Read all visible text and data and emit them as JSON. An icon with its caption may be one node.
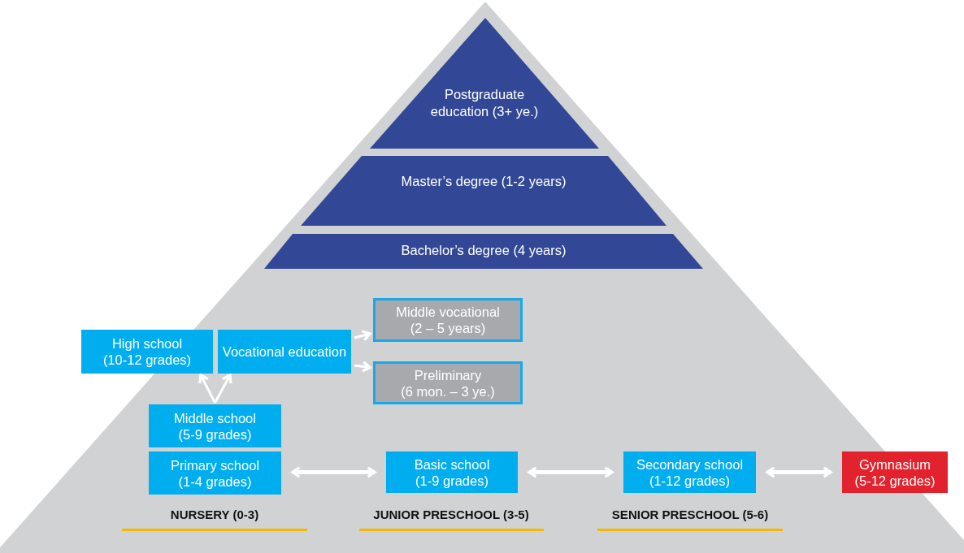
{
  "diagram": {
    "nodes": [
      {
        "text": [
          "Postgraduate education (3+ ye.)"
        ]
      },
      {
        "text": [
          "Master’s degree (1-2 years)"
        ]
      },
      {
        "text": [
          "Bachelor’s degree (4 years)"
        ]
      },
      {
        "text": [
          "Middle vocational (2 – 5 years)"
        ]
      },
      {
        "text": [
          "High school (10-12 grades)"
        ]
      },
      {
        "text": [
          "Vocational education"
        ]
      },
      {
        "text": [
          "Preliminary (6 mon. – 3 ye.)"
        ]
      },
      {
        "text": [
          "Middle school (5-9 grades)"
        ]
      },
      {
        "text": [
          "Primary school (1-4 grades)"
        ]
      },
      {
        "text": [
          "Basic school (1-9 grades)"
        ]
      },
      {
        "text": [
          "Secondary school (1-12 grades)"
        ]
      },
      {
        "text": [
          "Gymnasium (5-12 grades)"
        ]
      }
    ],
    "edges": [
      {
        "from": 5,
        "to": 3,
        "arrow": "to"
      },
      {
        "from": 5,
        "to": 6,
        "arrow": "to"
      },
      {
        "from": 7,
        "to": 4,
        "arrow": "to"
      },
      {
        "from": 7,
        "to": 5,
        "arrow": "to"
      },
      {
        "from": 8,
        "to": 9,
        "arrow": "both"
      },
      {
        "from": 9,
        "to": 10,
        "arrow": "both"
      },
      {
        "from": 10,
        "to": 11,
        "arrow": "both"
      }
    ],
    "labels": [
      "NURSERY (0-3)",
      "JUNIOR PRESCHOOL (3-5)",
      "SENIOR PRESCHOOL (5-6)"
    ]
  }
}
